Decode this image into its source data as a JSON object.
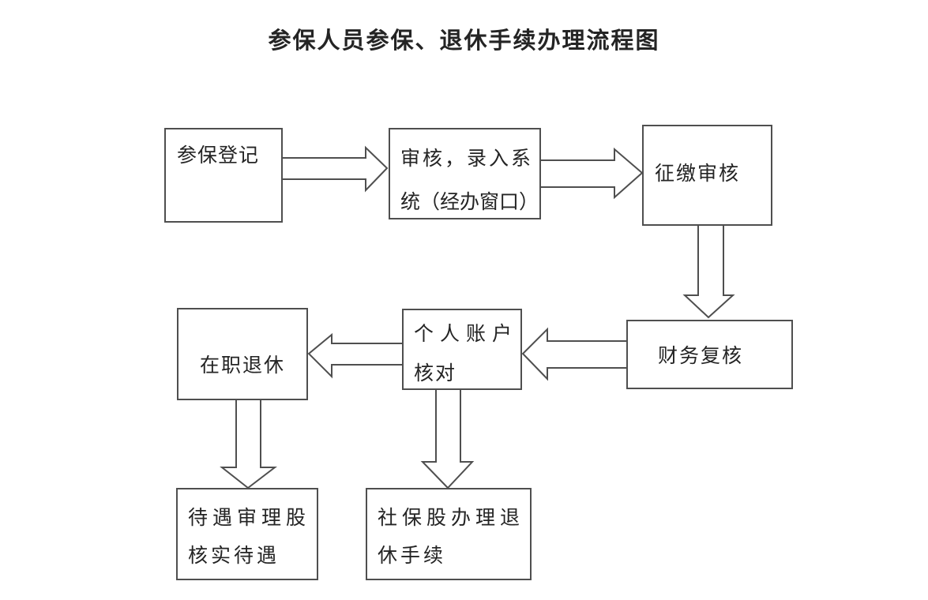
{
  "title": "参保人员参保、退休手续办理流程图",
  "colors": {
    "line": "#4f4f4f",
    "text": "#242424",
    "background": "#ffffff"
  },
  "nodes": [
    {
      "id": "enroll-registration",
      "lines": [
        "参保登记"
      ]
    },
    {
      "id": "review-entry",
      "lines": [
        "审核，录入系",
        "统（经办窗口）"
      ]
    },
    {
      "id": "collection-review",
      "lines": [
        "征缴审核"
      ]
    },
    {
      "id": "finance-recheck",
      "lines": [
        "财务复核"
      ]
    },
    {
      "id": "personal-account-check",
      "lines": [
        "个人账户",
        "核对"
      ]
    },
    {
      "id": "in-service-retirement",
      "lines": [
        "在职退休"
      ]
    },
    {
      "id": "benefit-review-section",
      "lines": [
        "待遇审理股",
        "核实待遇"
      ]
    },
    {
      "id": "social-security-section",
      "lines": [
        "社保股办理退",
        "休手续"
      ]
    }
  ],
  "edges": [
    {
      "from": "enroll-registration",
      "to": "review-entry",
      "direction": "right"
    },
    {
      "from": "review-entry",
      "to": "collection-review",
      "direction": "right"
    },
    {
      "from": "collection-review",
      "to": "finance-recheck",
      "direction": "down"
    },
    {
      "from": "finance-recheck",
      "to": "personal-account-check",
      "direction": "left"
    },
    {
      "from": "personal-account-check",
      "to": "in-service-retirement",
      "direction": "left"
    },
    {
      "from": "in-service-retirement",
      "to": "benefit-review-section",
      "direction": "down"
    },
    {
      "from": "personal-account-check",
      "to": "social-security-section",
      "direction": "down"
    }
  ]
}
